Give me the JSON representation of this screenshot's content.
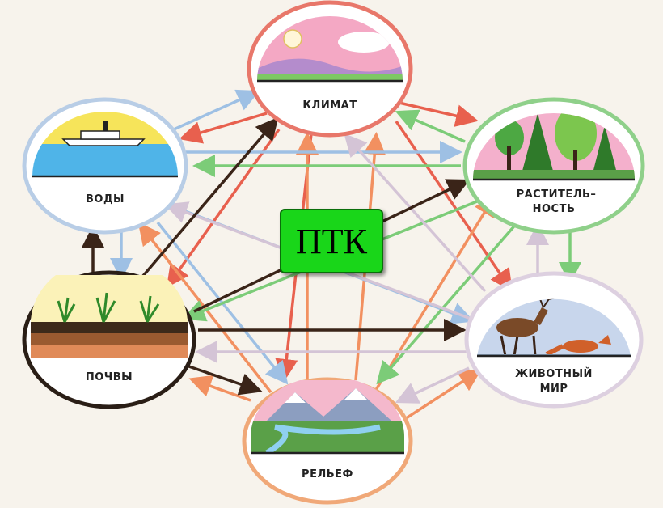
{
  "center_label": "ПТК",
  "nodes": {
    "climate": "КЛИМАТ",
    "waters": "ВОДЫ",
    "vegetation_line1": "РАСТИТЕЛЬ–",
    "vegetation_line2": "НОСТЬ",
    "soils": "ПОЧВЫ",
    "animals_line1": "ЖИВОТНЫЙ",
    "animals_line2": "МИР",
    "relief": "РЕЛЬЕФ"
  },
  "colors": {
    "climate_ring": "#e8776a",
    "waters_ring": "#b8cde6",
    "vegetation_ring": "#8fd08a",
    "soils_ring": "#2a1e16",
    "animals_ring": "#ddd0e0",
    "relief_ring": "#f0a878",
    "center_fill": "#19d619"
  }
}
